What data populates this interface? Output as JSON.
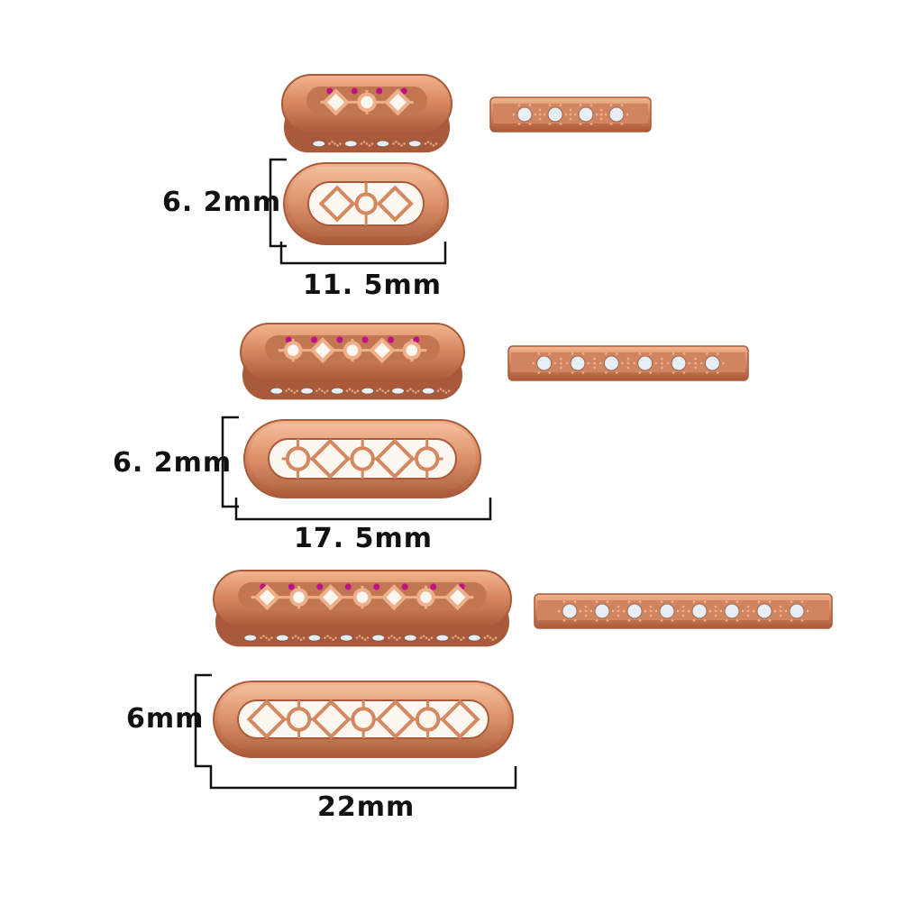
{
  "colors": {
    "background": "#ffffff",
    "rose_gold_light": "#f2b48f",
    "rose_gold_mid": "#d98a62",
    "rose_gold_dark": "#a85a3a",
    "ruby": "#c0108a",
    "diamond": "#e8eef6",
    "dimension_line": "#111111"
  },
  "products": [
    {
      "id": "small",
      "openwork_pattern": [
        "diamond",
        "circle",
        "diamond"
      ],
      "ruby_count": 4,
      "side_diamond_count": 4,
      "height_label": "6. 2mm",
      "width_label": "11. 5mm"
    },
    {
      "id": "medium",
      "openwork_pattern": [
        "circle",
        "diamond",
        "circle",
        "diamond",
        "circle"
      ],
      "ruby_count": 6,
      "side_diamond_count": 6,
      "height_label": "6. 2mm",
      "width_label": "17. 5mm"
    },
    {
      "id": "large",
      "openwork_pattern": [
        "diamond",
        "circle",
        "diamond",
        "circle",
        "diamond",
        "circle",
        "diamond"
      ],
      "ruby_count": 8,
      "side_diamond_count": 8,
      "height_label": "6mm",
      "width_label": "22mm"
    }
  ]
}
